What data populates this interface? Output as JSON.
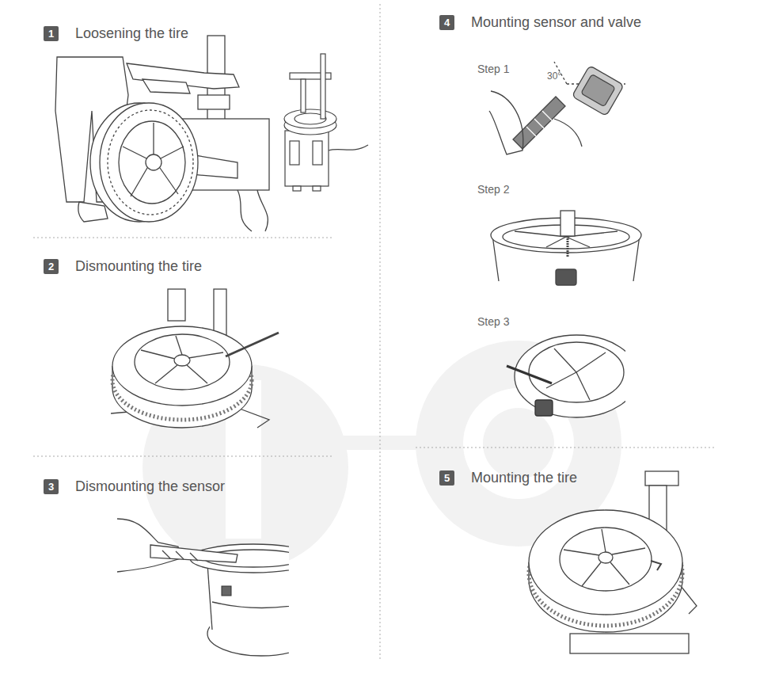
{
  "diagram": {
    "nodes": [
      {
        "text": [
          "1",
          "Loosening the tire"
        ]
      },
      {
        "text": [
          "2",
          "Dismounting the tire"
        ]
      },
      {
        "text": [
          "3",
          "Dismounting the sensor"
        ]
      },
      {
        "text": [
          "4",
          "Mounting sensor and valve"
        ]
      },
      {
        "text": [
          "5",
          "Mounting the tire"
        ]
      }
    ],
    "labels": [
      "Step 1",
      "Step 2",
      "Step 3",
      "30°"
    ]
  }
}
